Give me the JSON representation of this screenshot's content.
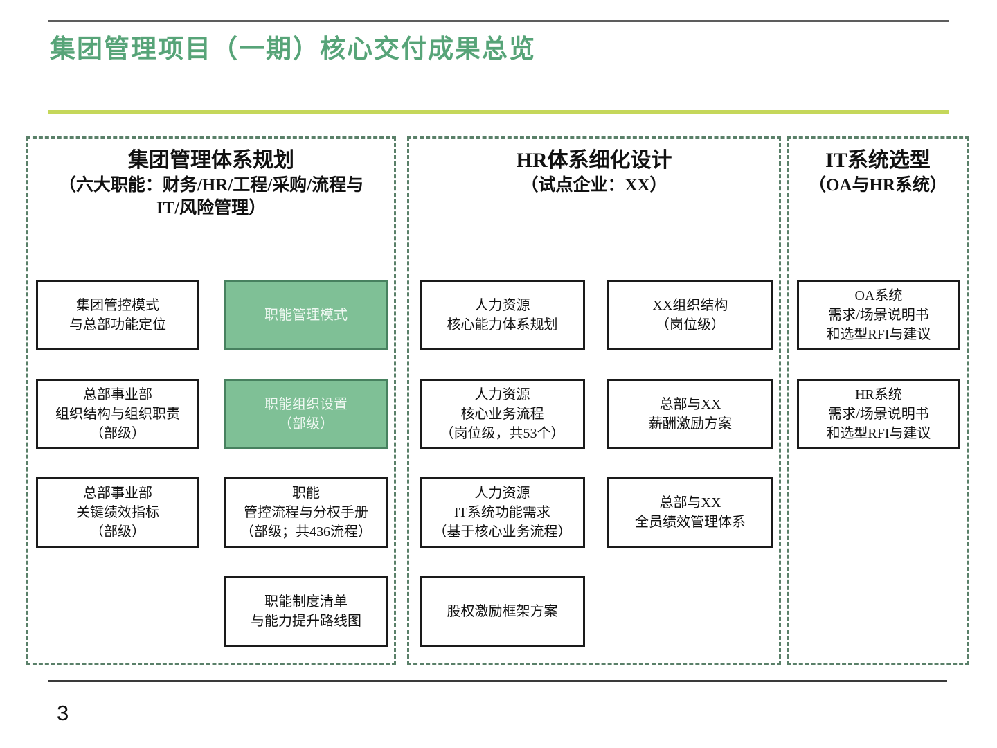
{
  "slide": {
    "title": "集团管理项目（一期）核心交付成果总览",
    "page_number": "3"
  },
  "colors": {
    "title_green": "#57A478",
    "accent_line_green": "#C5D75A",
    "rule_gray": "#5d5d5d",
    "section_border_green": "#5A8069",
    "green_box_fill": "#7FC096",
    "green_box_border": "#47815F",
    "box_border": "#1a1a1a"
  },
  "sections": [
    {
      "title": "集团管理体系规划",
      "subtitle": "（六大职能：财务/HR/工程/采购/流程与\nIT/风险管理）",
      "boxes": {
        "r1c1": "集团管控模式\n与总部功能定位",
        "r1c2": "职能管理模式",
        "r2c1": "总部事业部\n组织结构与组织职责\n（部级）",
        "r2c2": "职能组织设置\n（部级）",
        "r3c1": "总部事业部\n关键绩效指标\n（部级）",
        "r3c2": "职能\n管控流程与分权手册\n（部级；共436流程）",
        "r4c2": "职能制度清单\n与能力提升路线图"
      }
    },
    {
      "title": "HR体系细化设计",
      "subtitle": "（试点企业：XX）",
      "boxes": {
        "r1c1": "人力资源\n核心能力体系规划",
        "r1c2": "XX组织结构\n（岗位级）",
        "r2c1": "人力资源\n核心业务流程\n（岗位级，共53个）",
        "r2c2": "总部与XX\n薪酬激励方案",
        "r3c1": "人力资源\nIT系统功能需求\n（基于核心业务流程）",
        "r3c2": "总部与XX\n全员绩效管理体系",
        "r4c1": "股权激励框架方案"
      }
    },
    {
      "title": "IT系统选型",
      "subtitle": "（OA与HR系统）",
      "boxes": {
        "r1": "OA系统\n需求/场景说明书\n和选型RFI与建议",
        "r2": "HR系统\n需求/场景说明书\n和选型RFI与建议"
      }
    }
  ]
}
